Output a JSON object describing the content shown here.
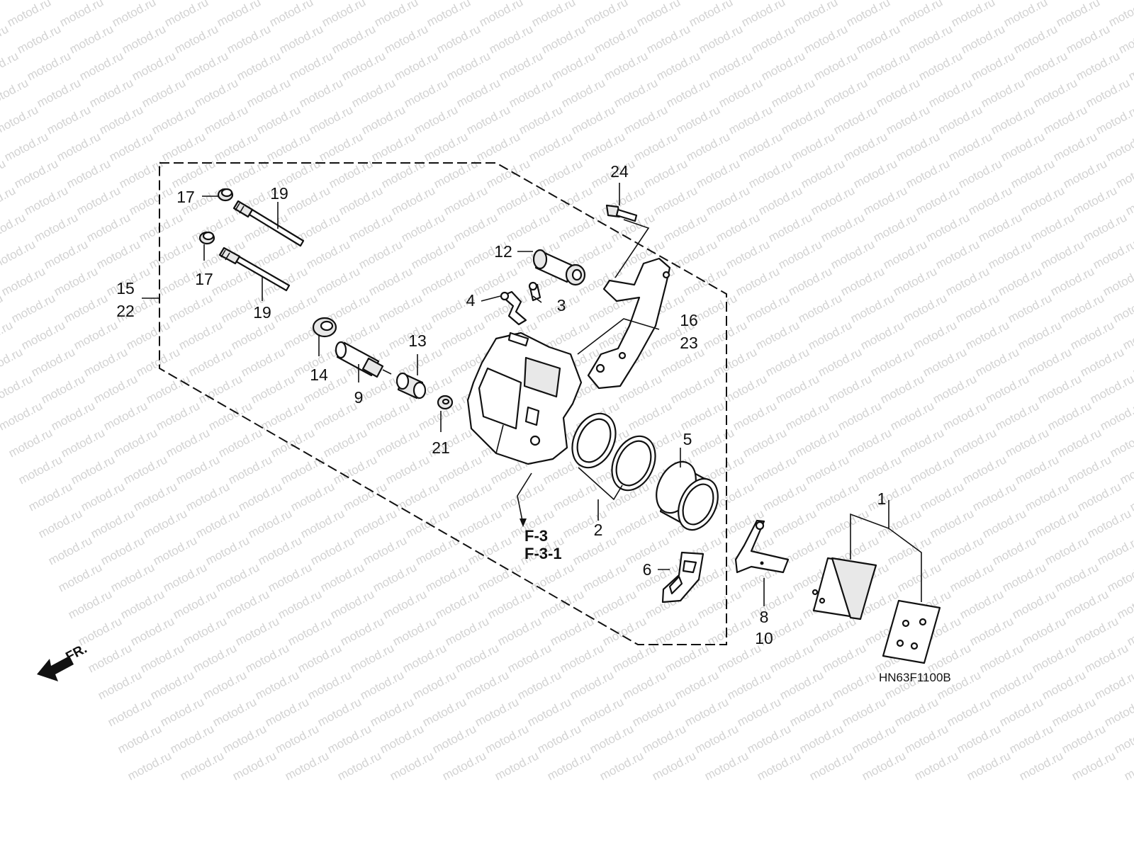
{
  "watermark": "motod.ru",
  "diagram_code": "HN63F1100B",
  "direction_label": "FR.",
  "references": [
    "F-3",
    "F-3-1"
  ],
  "labels": {
    "l1": "1",
    "l2": "2",
    "l3": "3",
    "l4": "4",
    "l5": "5",
    "l6": "6",
    "l8": "8",
    "l10": "10",
    "l9": "9",
    "l12": "12",
    "l13": "13",
    "l14": "14",
    "l15": "15",
    "l22": "22",
    "l16": "16",
    "l23": "23",
    "l17a": "17",
    "l17b": "17",
    "l19a": "19",
    "l19b": "19",
    "l21": "21",
    "l24": "24"
  }
}
